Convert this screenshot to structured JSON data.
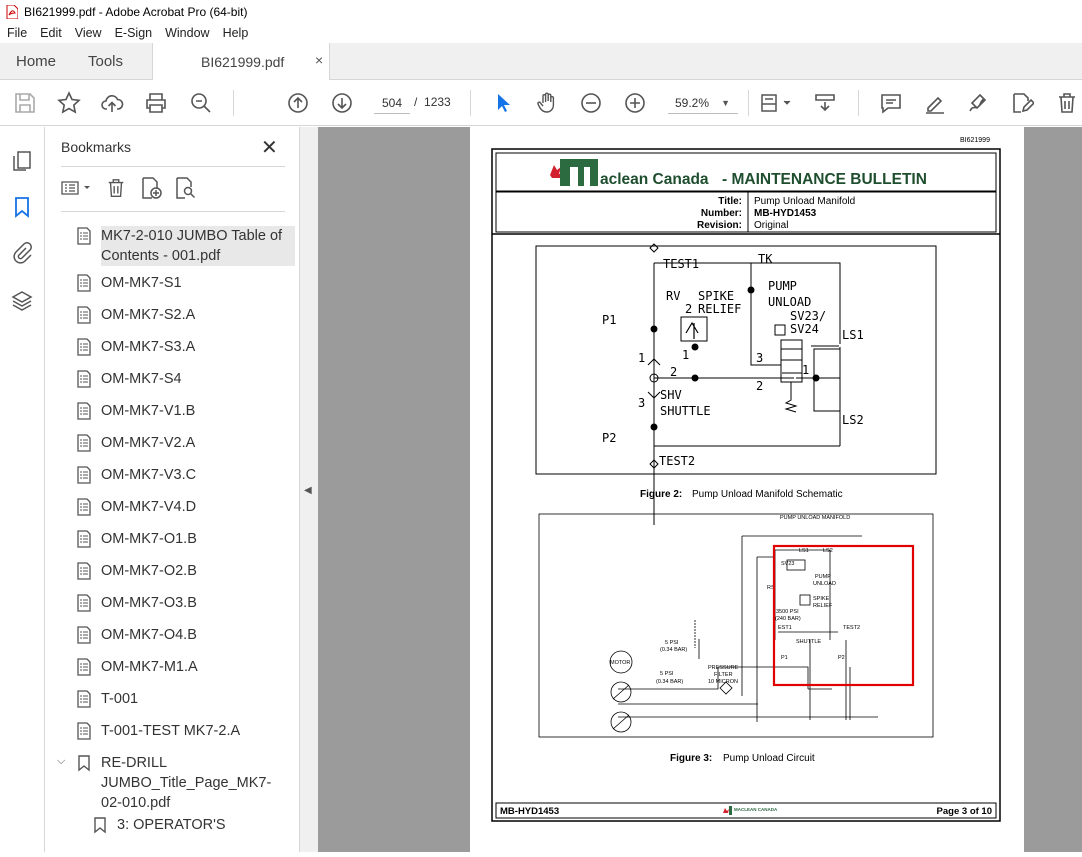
{
  "window": {
    "title": "BI621999.pdf - Adobe Acrobat Pro (64-bit)"
  },
  "menu": [
    "File",
    "Edit",
    "View",
    "E-Sign",
    "Window",
    "Help"
  ],
  "tabs": {
    "home": "Home",
    "tools": "Tools",
    "doc": "BI621999.pdf",
    "close": "×"
  },
  "toolbar": {
    "page_current": "504",
    "page_sep": "/",
    "page_total": "1233",
    "zoom": "59.2%"
  },
  "bookmarks": {
    "title": "Bookmarks",
    "close": "✕",
    "items": [
      {
        "label": "MK7-2-010 JUMBO Table of Contents - 001.pdf",
        "selected": true
      },
      {
        "label": "OM-MK7-S1"
      },
      {
        "label": "OM-MK7-S2.A"
      },
      {
        "label": "OM-MK7-S3.A"
      },
      {
        "label": "OM-MK7-S4"
      },
      {
        "label": "OM-MK7-V1.B"
      },
      {
        "label": "OM-MK7-V2.A"
      },
      {
        "label": "OM-MK7-V3.C"
      },
      {
        "label": "OM-MK7-V4.D"
      },
      {
        "label": "OM-MK7-O1.B"
      },
      {
        "label": "OM-MK7-O2.B"
      },
      {
        "label": "OM-MK7-O3.B"
      },
      {
        "label": "OM-MK7-O4.B"
      },
      {
        "label": "OM-MK7-M1.A"
      },
      {
        "label": "T-001"
      },
      {
        "label": "T-001-TEST MK7-2.A"
      },
      {
        "label": "RE-DRILL JUMBO_Title_Page_MK7-02-010.pdf"
      },
      {
        "label": "3: OPERATOR'S"
      }
    ]
  },
  "document": {
    "doc_id": "BI621999",
    "brand_a": "aclean Canada",
    "brand_b": "- MAINTENANCE BULLETIN",
    "title_label": "Title:",
    "title_value": "Pump Unload Manifold",
    "number_label": "Number:",
    "number_value": "MB-HYD1453",
    "revision_label": "Revision:",
    "revision_value": "Original",
    "fig2_label": "Figure 2:",
    "fig2_caption": "Pump Unload Manifold Schematic",
    "fig3_label": "Figure 3:",
    "fig3_caption": "Pump Unload Circuit",
    "footer_left": "MB-HYD1453",
    "footer_right": "Page 3 of 10",
    "footer_logo": "MACLEAN CANADA",
    "schematic": {
      "test1": "TEST1",
      "tk": "TK",
      "rv": "RV",
      "spike": "SPIKE",
      "relief": "RELIEF",
      "pump": "PUMP",
      "unload": "UNLOAD",
      "sv23": "SV23/",
      "sv24": "SV24",
      "p1": "P1",
      "ls1": "LS1",
      "ls2": "LS2",
      "shv": "SHV",
      "shuttle": "SHUTTLE",
      "p2": "P2",
      "test2": "TEST2",
      "n1": "1",
      "n2": "2",
      "n3": "3"
    },
    "circuit": {
      "manifold": "PUMP UNLOAD MANIFOLD",
      "motor": "MOTOR",
      "psi5a": "5 PSI",
      "bar034a": "(0.34 BAR)",
      "psi5b": "5 PSI",
      "bar034b": "(0.34 BAR)",
      "pf": "PRESSURE",
      "filter": "FILTER",
      "micron": "10 MICRON",
      "sv23": "SV23",
      "pump": "PUMP",
      "unload": "UNLOAD",
      "spike": "SPIKE",
      "relief": "RELIEF",
      "psi3500": "3500 PSI",
      "bar240": "(240 BAR)",
      "ls1": "LS1",
      "ls2": "LS2",
      "est1": "EST1",
      "test2": "TEST2",
      "shuttle": "SHUTTLE",
      "p1": "P1",
      "p2": "P2",
      "rs": "RS"
    }
  },
  "colors": {
    "accent_blue": "#1473e6",
    "brand_red": "#d2202f",
    "brand_green": "#2b6b3f",
    "highlight": "#e00000",
    "chrome": "#f0f0f0",
    "canvas": "#9b9b9b"
  }
}
